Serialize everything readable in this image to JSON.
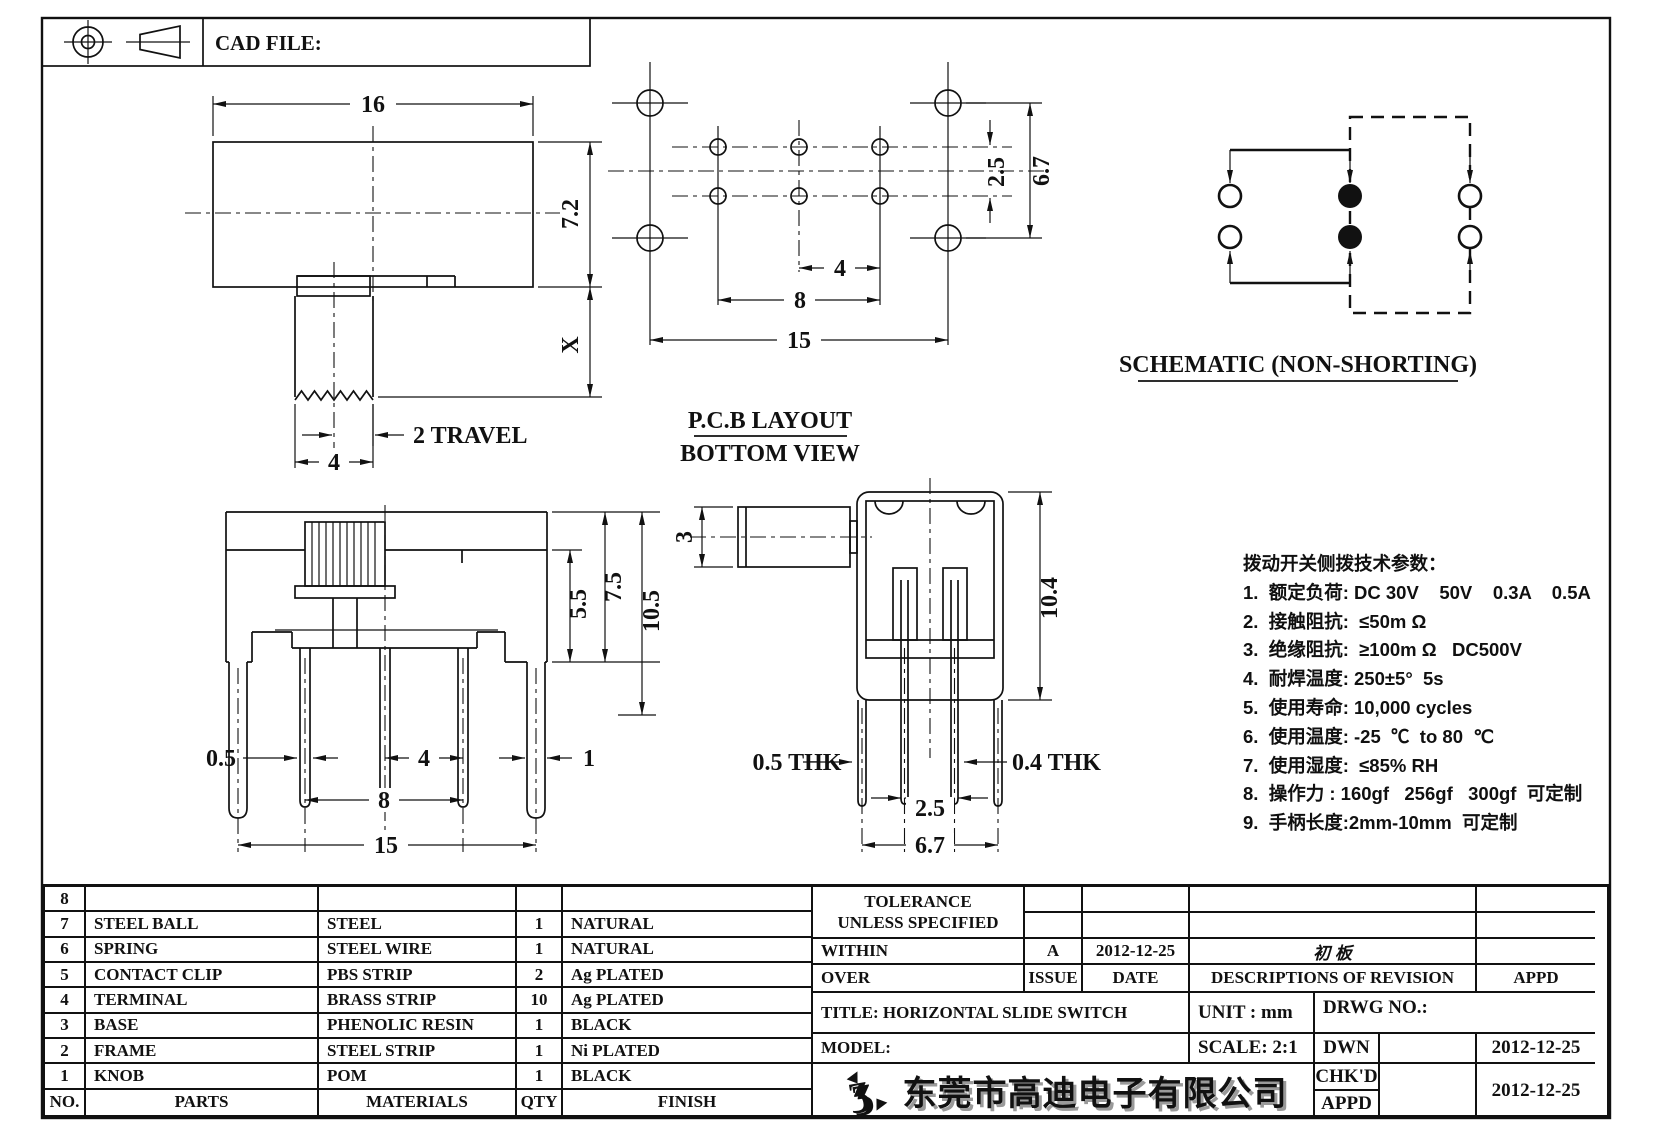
{
  "labels": {
    "cad_file": "CAD FILE:",
    "pcb_line1": "P.C.B LAYOUT",
    "pcb_line2": "BOTTOM VIEW",
    "schematic": "SCHEMATIC (NON-SHORTING)"
  },
  "dims": {
    "v1_width": "16",
    "v1_height": "7.2",
    "v1_x": "X",
    "v1_travel": "2 TRAVEL",
    "v1_knob_width": "4",
    "pcb_row_pitch": "2.5",
    "pcb_height": "6.7",
    "pcb_pin_pitch": "4",
    "pcb_pin_span": "8",
    "pcb_mount_span": "15",
    "fv_slot": "5.5",
    "fv_body": "7.5",
    "fv_total": "10.5",
    "fv_pin_thk": "0.5",
    "fv_pitch": "4",
    "fv_leg": "1",
    "fv_span": "8",
    "fv_mount": "15",
    "sv_knob": "3",
    "sv_height": "10.4",
    "sv_thk_left": "0.5 THK",
    "sv_thk_right": "0.4 THK",
    "sv_pitch": "2.5",
    "sv_span": "6.7"
  },
  "tech_params": {
    "title": "拨动开关侧拨技术参数：",
    "items": [
      "1.  额定负荷: DC 30V    50V    0.3A    0.5A",
      "2.  接触阻抗:  ≤50m Ω",
      "3.  绝缘阻抗:  ≥100m Ω   DC500V",
      "4.  耐焊温度: 250±5°  5s",
      "5.  使用寿命: 10,000 cycles",
      "6.  使用温度: -25  ℃  to 80  ℃",
      "7.  使用湿度:  ≤85% RH",
      "8.  操作力 : 160gf   256gf   300gf  可定制",
      "9.  手柄长度:2mm-10mm  可定制"
    ]
  },
  "parts_table": {
    "rows": [
      [
        "8",
        "",
        "",
        "",
        ""
      ],
      [
        "7",
        "STEEL BALL",
        "STEEL",
        "1",
        "NATURAL"
      ],
      [
        "6",
        "SPRING",
        "STEEL WIRE",
        "1",
        "NATURAL"
      ],
      [
        "5",
        "CONTACT CLIP",
        "PBS STRIP",
        "2",
        "Ag PLATED"
      ],
      [
        "4",
        "TERMINAL",
        "BRASS STRIP",
        "10",
        "Ag PLATED"
      ],
      [
        "3",
        "BASE",
        "PHENOLIC RESIN",
        "1",
        "BLACK"
      ],
      [
        "2",
        "FRAME",
        "STEEL STRIP",
        "1",
        "Ni PLATED"
      ],
      [
        "1",
        "KNOB",
        "POM",
        "1",
        "BLACK"
      ]
    ],
    "footer": [
      "NO.",
      "PARTS",
      "MATERIALS",
      "QTY",
      "FINISH"
    ]
  },
  "title_block": {
    "tolerance_line1": "TOLERANCE",
    "tolerance_line2": "UNLESS  SPECIFIED",
    "within": "WITHIN",
    "over": "OVER",
    "revision": {
      "issue_value": "A",
      "date_value": "2012-12-25",
      "description_value": "初 板",
      "issue_header": "ISSUE",
      "date_header": "DATE",
      "description_header": "DESCRIPTIONS OF REVISION",
      "appd_header": "APPD"
    },
    "title": "TITLE: HORIZONTAL SLIDE SWITCH",
    "model": "MODEL:",
    "unit": "UNIT : mm",
    "scale": "SCALE: 2:1",
    "drwg_no": "DRWG NO.:",
    "dwn_label": "DWN",
    "chkd_label": "CHK'D",
    "appd_label": "APPD",
    "dwn_date": "2012-12-25",
    "approve_date": "2012-12-25",
    "company": "东莞市高迪电子有限公司"
  }
}
